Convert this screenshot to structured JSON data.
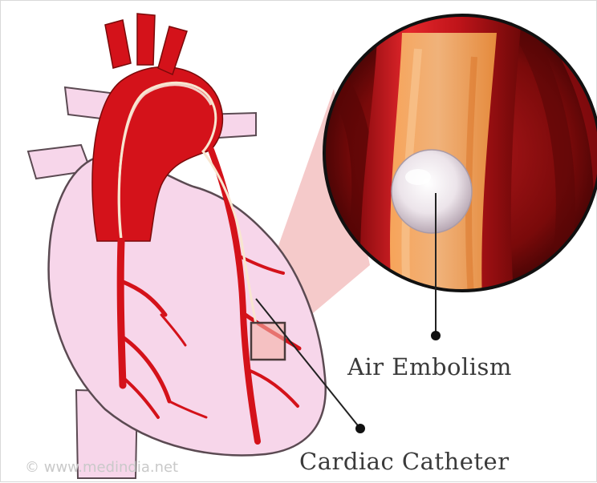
{
  "labels": {
    "air_embolism": "Air Embolism",
    "cardiac_catheter": "Cardiac Catheter"
  },
  "watermark": "© www.medindia.net",
  "colors": {
    "artery_red": "#d4121a",
    "heart_pink": "#f7d6ea",
    "outline": "#5b4a52",
    "magnifier_bg": "#7a0a0a",
    "bubble": "#ece6ea",
    "zoom_cone": "#f2b8b8",
    "callout_line": "#222222"
  }
}
